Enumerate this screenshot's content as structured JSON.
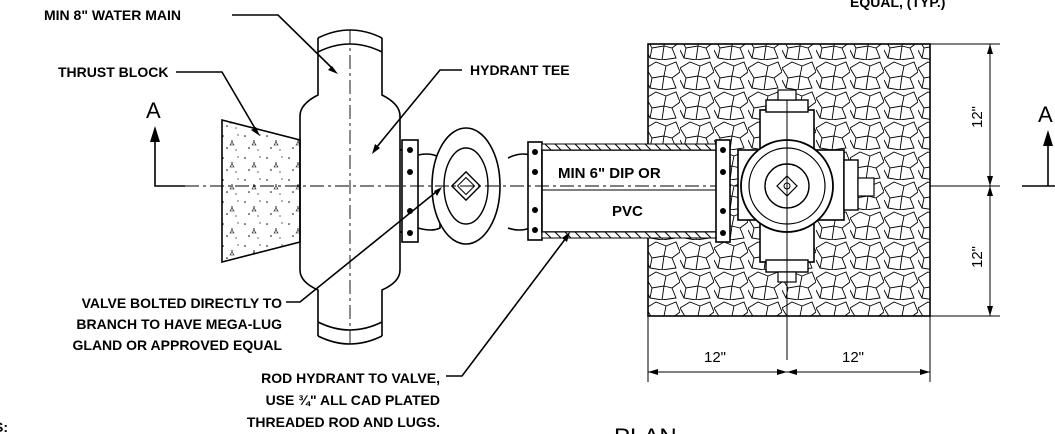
{
  "labels": {
    "water_main": "MIN 8\" WATER MAIN",
    "thrust_block": "THRUST BLOCK",
    "hydrant_tee": "HYDRANT TEE",
    "pipe_line1": "MIN 6\" DIP OR",
    "pipe_line2": "PVC",
    "valve_line1": "VALVE BOLTED DIRECTLY TO",
    "valve_line2": "BRANCH TO HAVE MEGA-LUG",
    "valve_line3": "GLAND OR APPROVED EQUAL",
    "rod_line1": "ROD HYDRANT TO VALVE,",
    "rod_line2": "USE ¾\"  ALL CAD PLATED",
    "rod_line3": "THREADED ROD AND LUGS.",
    "equal_top": "EQUAL, (TYP.)",
    "section_left": "A",
    "section_right": "A",
    "plan": "PLAN",
    "notes_fragment": "S:"
  },
  "dimensions": {
    "dim_h_left": "12\"",
    "dim_h_right": "12\"",
    "dim_v_top": "12\"",
    "dim_v_bottom": "12\""
  }
}
